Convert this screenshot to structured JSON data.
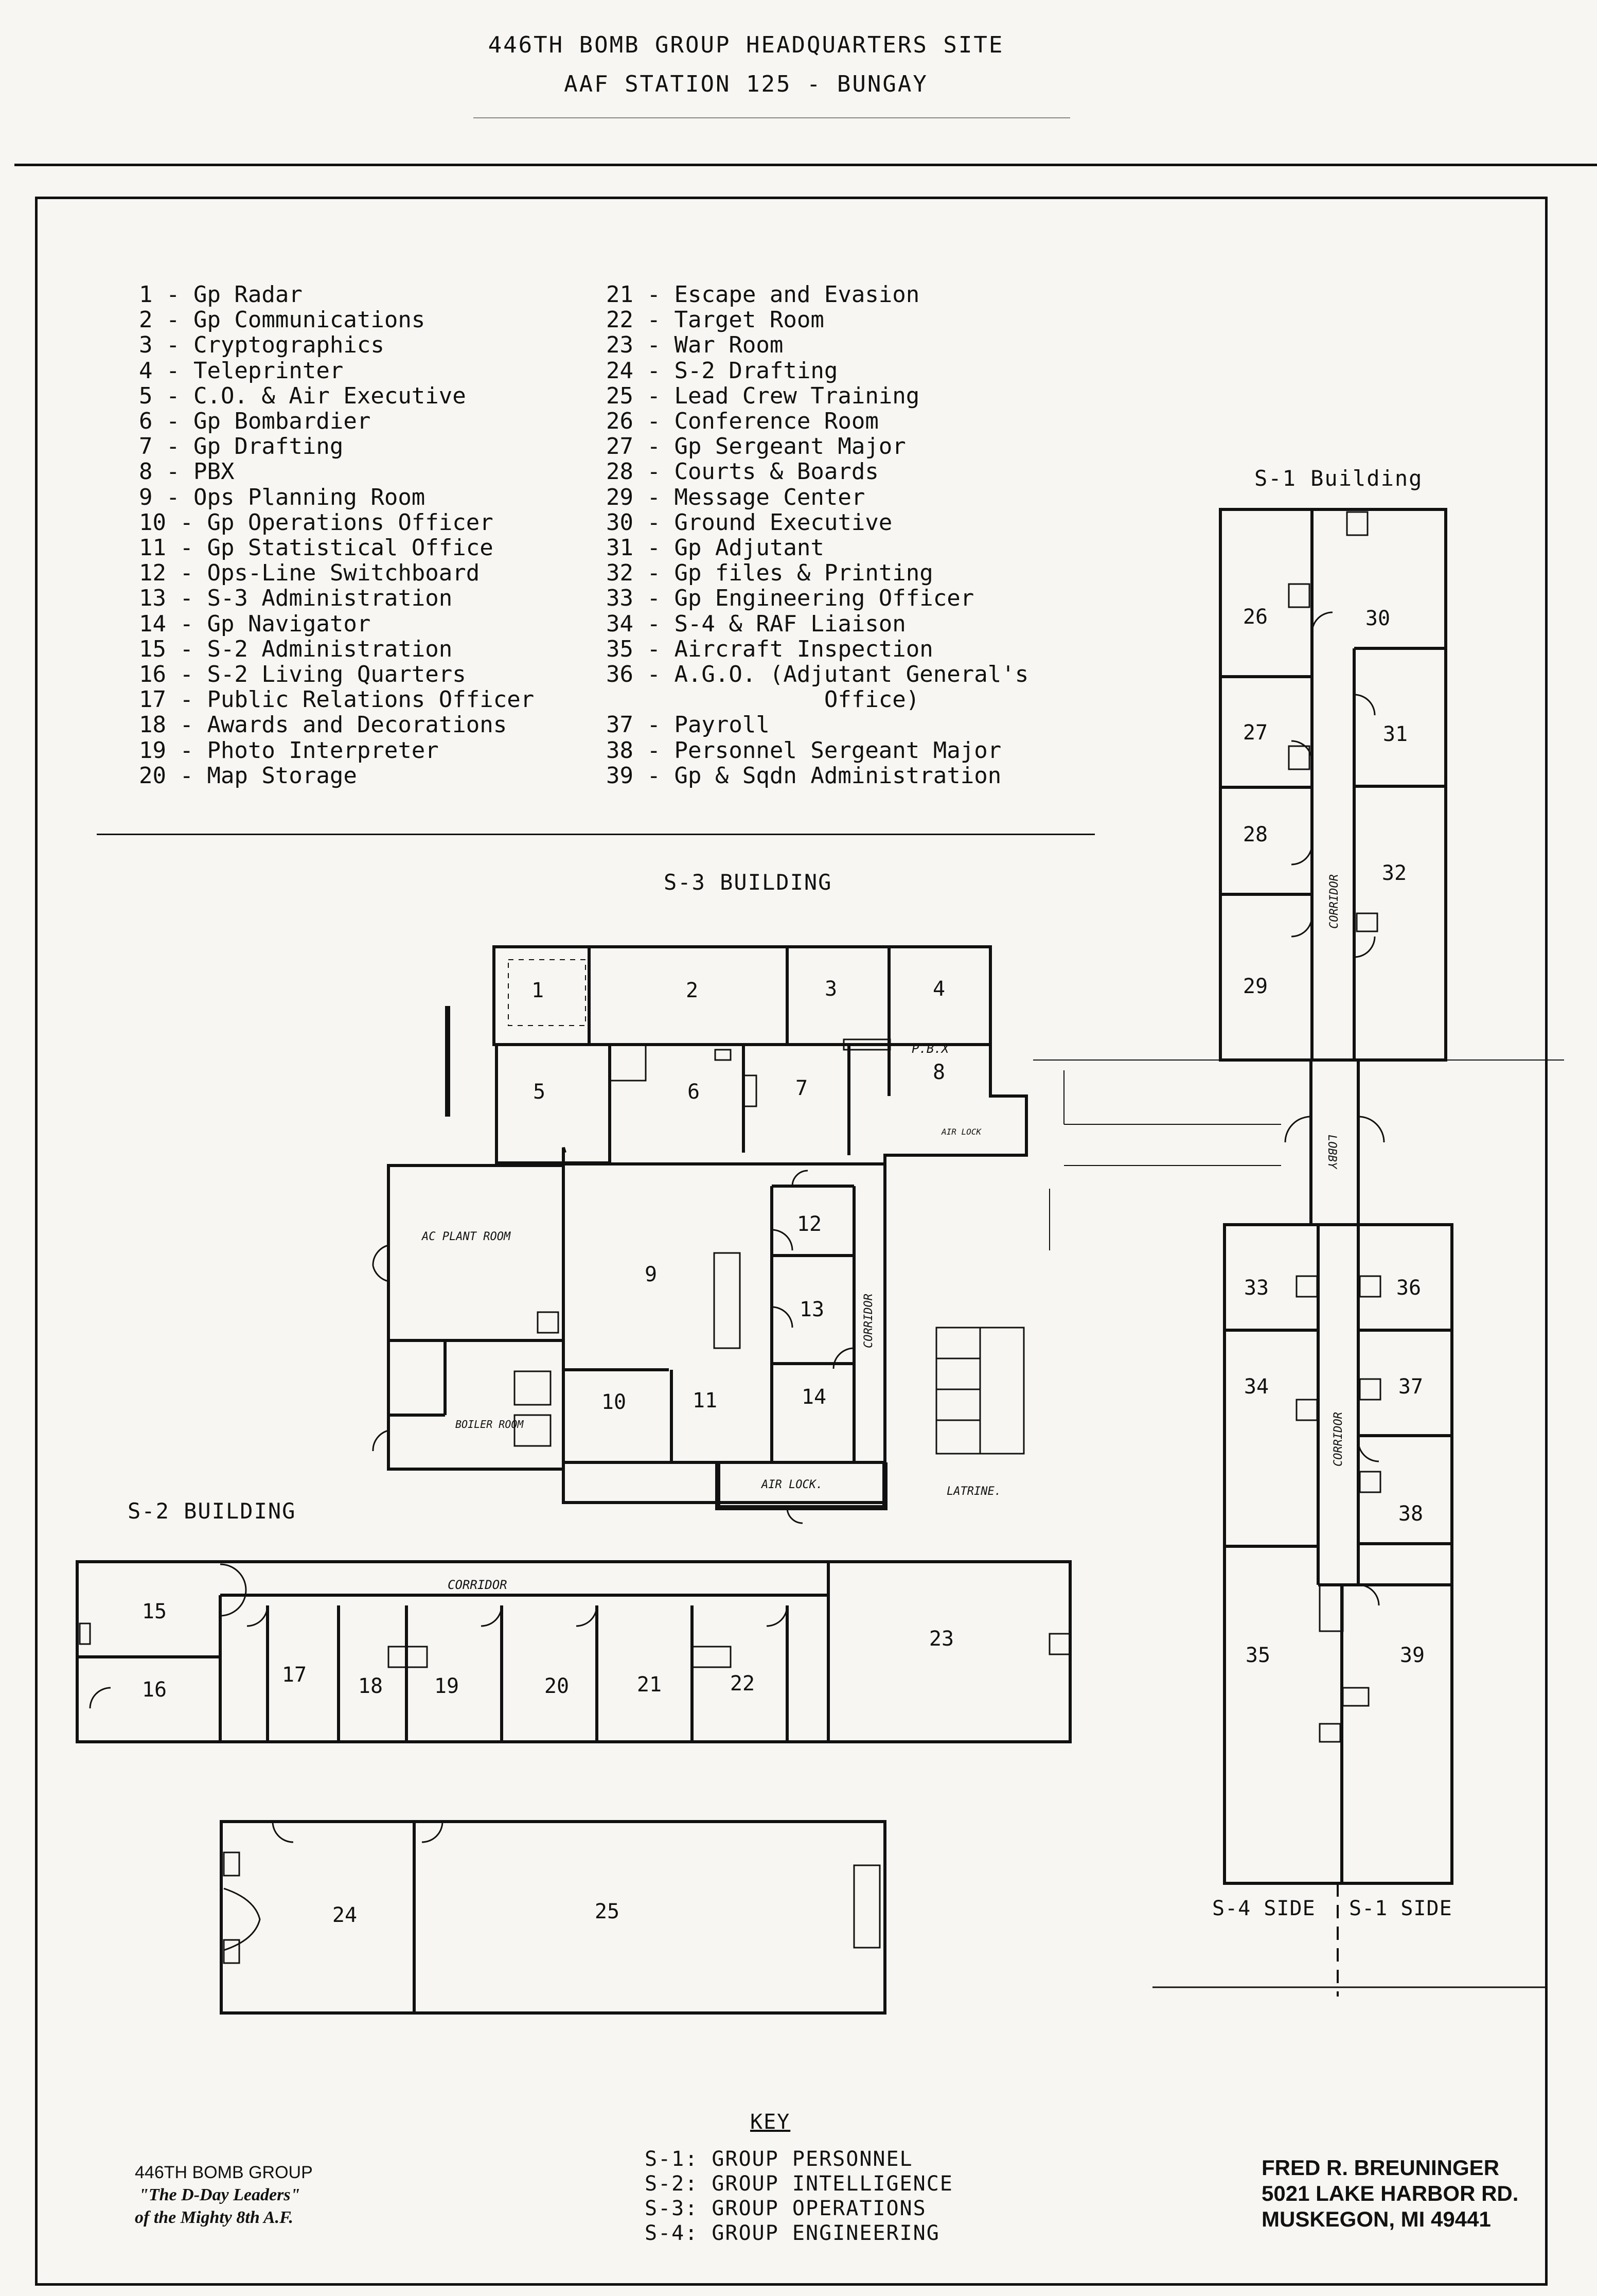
{
  "header": {
    "line1": "446TH BOMB GROUP HEADQUARTERS SITE",
    "line2": "AAF STATION 125  -  BUNGAY"
  },
  "legend_left": [
    "1 - Gp Radar",
    "2 - Gp Communications",
    "3 - Cryptographics",
    "4 - Teleprinter",
    "5 - C.O. & Air Executive",
    "6 - Gp Bombardier",
    "7 - Gp Drafting",
    "8 - PBX",
    "9 - Ops Planning Room",
    "10 - Gp Operations Officer",
    "11 - Gp Statistical Office",
    "12 - Ops-Line Switchboard",
    "13 - S-3 Administration",
    "14 - Gp Navigator",
    "15 - S-2 Administration",
    "16 - S-2 Living Quarters",
    "17 - Public Relations Officer",
    "18 - Awards and Decorations",
    "19 - Photo Interpreter",
    "20 - Map Storage"
  ],
  "legend_right": [
    "21 - Escape and Evasion",
    "22 - Target Room",
    "23 - War Room",
    "24 - S-2 Drafting",
    "25 - Lead Crew Training",
    "26 - Conference Room",
    "27 - Gp Sergeant Major",
    "28 - Courts & Boards",
    "29 - Message Center",
    "30 - Ground Executive",
    "31 - Gp Adjutant",
    "32 - Gp files & Printing",
    "33 - Gp Engineering Officer",
    "34 - S-4 & RAF Liaison",
    "35 - Aircraft Inspection",
    "36 - A.G.O. (Adjutant General's",
    "                Office)",
    "37 - Payroll",
    "38 - Personnel Sergeant Major",
    "39 - Gp & Sqdn Administration"
  ],
  "buildings": {
    "s1": "S-1 Building",
    "s3": "S-3 BUILDING",
    "s2": "S-2 BUILDING"
  },
  "plan_labels": {
    "pbx": "P.B.X",
    "air_lock": "AIR LOCK",
    "air_lock_s3": "AIR LOCK.",
    "ac_plant": "AC PLANT ROOM",
    "boiler": "BOILER ROOM",
    "corridor": "CORRIDOR",
    "lobby": "LOBBY",
    "latrine": "LATRINE.",
    "s4_side": "S-4 SIDE",
    "s1_side": "S-1 SIDE"
  },
  "rooms": [
    "1",
    "2",
    "3",
    "4",
    "5",
    "6",
    "7",
    "8",
    "9",
    "10",
    "11",
    "12",
    "13",
    "14",
    "15",
    "16",
    "17",
    "18",
    "19",
    "20",
    "21",
    "22",
    "23",
    "24",
    "25",
    "26",
    "27",
    "28",
    "29",
    "30",
    "31",
    "32",
    "33",
    "34",
    "35",
    "36",
    "37",
    "38",
    "39"
  ],
  "key": {
    "title": "KEY",
    "items": [
      "S-1: GROUP PERSONNEL",
      "S-2: GROUP INTELLIGENCE",
      "S-3: GROUP OPERATIONS",
      "S-4: GROUP ENGINEERING"
    ]
  },
  "footer_left": {
    "line1": "446TH BOMB GROUP",
    "line2": "\"The D-Day Leaders\"",
    "line3": "of the Mighty 8th A.F."
  },
  "footer_right": {
    "line1": "FRED R. BREUNINGER",
    "line2": "5021 LAKE HARBOR RD.",
    "line3": "MUSKEGON, MI 49441"
  }
}
